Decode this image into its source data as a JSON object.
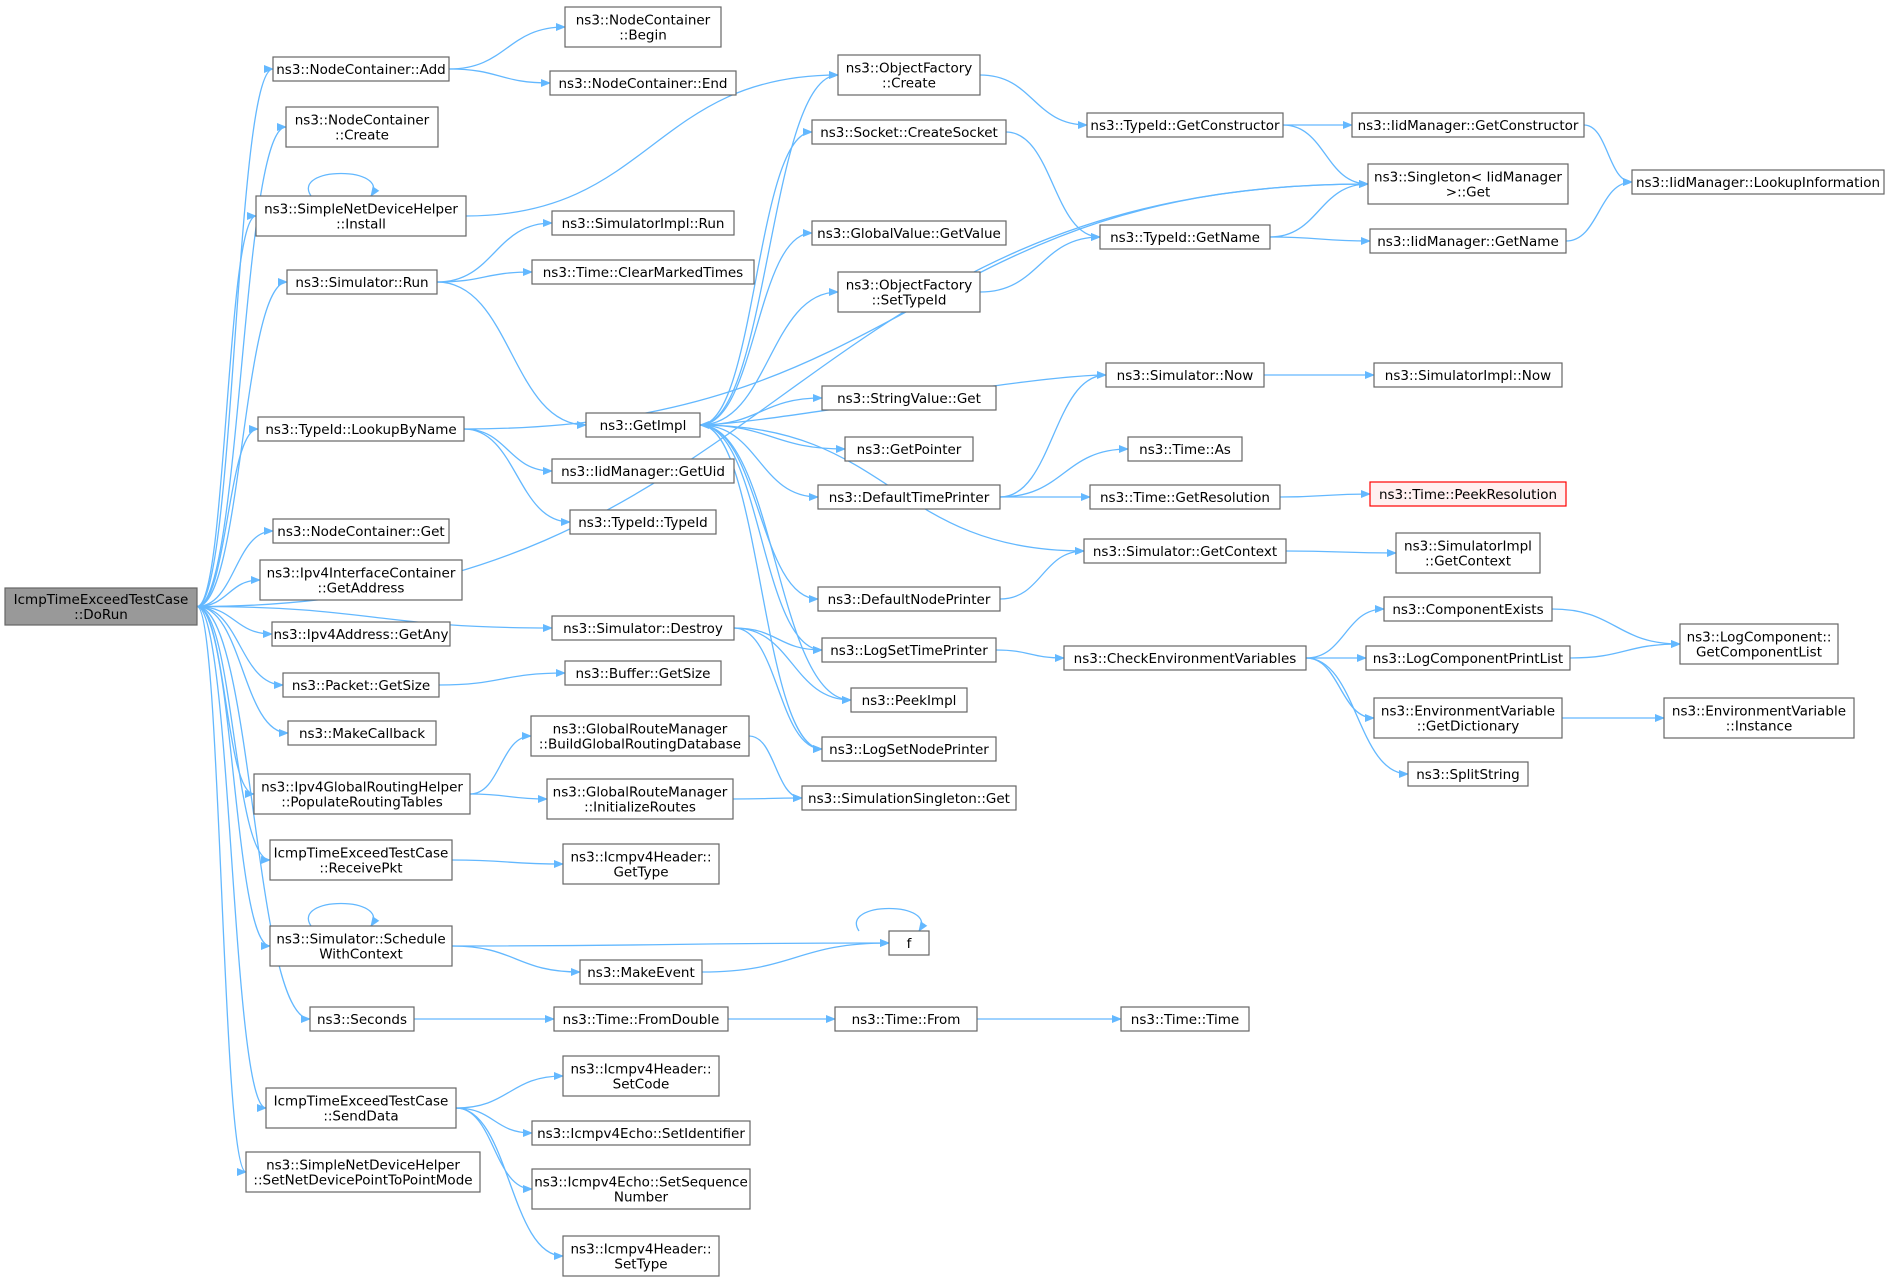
{
  "colors": {
    "edge": "#63b8ff",
    "node_border": "#666666",
    "root_fill": "#999999",
    "truncated_border": "#ff0000",
    "truncated_fill": "#fff0f0"
  },
  "nodes": {
    "root": [
      "IcmpTimeExceedTestCase",
      "::DoRun"
    ],
    "nc_add": [
      "ns3::NodeContainer::Add"
    ],
    "nc_create": [
      "ns3::NodeContainer",
      "::Create"
    ],
    "sndh_install": [
      "ns3::SimpleNetDeviceHelper",
      "::Install"
    ],
    "sim_run": [
      "ns3::Simulator::Run"
    ],
    "typeid_lookup": [
      "ns3::TypeId::LookupByName"
    ],
    "nc_get": [
      "ns3::NodeContainer::Get"
    ],
    "ipv4ic_getaddr": [
      "ns3::Ipv4InterfaceContainer",
      "::GetAddress"
    ],
    "ipv4addr_getany": [
      "ns3::Ipv4Address::GetAny"
    ],
    "packet_getsize": [
      "ns3::Packet::GetSize"
    ],
    "makecallback": [
      "ns3::MakeCallback"
    ],
    "ipv4grh_populate": [
      "ns3::Ipv4GlobalRoutingHelper",
      "::PopulateRoutingTables"
    ],
    "receivepkt": [
      "IcmpTimeExceedTestCase",
      "::ReceivePkt"
    ],
    "sim_schedule": [
      "ns3::Simulator::Schedule",
      "WithContext"
    ],
    "seconds": [
      "ns3::Seconds"
    ],
    "senddata": [
      "IcmpTimeExceedTestCase",
      "::SendData"
    ],
    "sndh_setp2p": [
      "ns3::SimpleNetDeviceHelper",
      "::SetNetDevicePointToPointMode"
    ],
    "nc_begin": [
      "ns3::NodeContainer",
      "::Begin"
    ],
    "nc_end": [
      "ns3::NodeContainer::End"
    ],
    "simimpl_run": [
      "ns3::SimulatorImpl::Run"
    ],
    "time_clear": [
      "ns3::Time::ClearMarkedTimes"
    ],
    "getimpl": [
      "ns3::GetImpl"
    ],
    "iid_getuid": [
      "ns3::IidManager::GetUid"
    ],
    "typeid_typeid": [
      "ns3::TypeId::TypeId"
    ],
    "sim_destroy": [
      "ns3::Simulator::Destroy"
    ],
    "buffer_getsize": [
      "ns3::Buffer::GetSize"
    ],
    "grm_build": [
      "ns3::GlobalRouteManager",
      "::BuildGlobalRoutingDatabase"
    ],
    "grm_init": [
      "ns3::GlobalRouteManager",
      "::InitializeRoutes"
    ],
    "icmpv4_gettype": [
      "ns3::Icmpv4Header::",
      "GetType"
    ],
    "makeevent": [
      "ns3::MakeEvent"
    ],
    "time_fromdouble": [
      "ns3::Time::FromDouble"
    ],
    "icmpv4_setcode": [
      "ns3::Icmpv4Header::",
      "SetCode"
    ],
    "echo_setid": [
      "ns3::Icmpv4Echo::SetIdentifier"
    ],
    "echo_setseq": [
      "ns3::Icmpv4Echo::SetSequence",
      "Number"
    ],
    "icmpv4_settype": [
      "ns3::Icmpv4Header::",
      "SetType"
    ],
    "of_create": [
      "ns3::ObjectFactory",
      "::Create"
    ],
    "socket_create": [
      "ns3::Socket::CreateSocket"
    ],
    "gv_getvalue": [
      "ns3::GlobalValue::GetValue"
    ],
    "of_settypeid": [
      "ns3::ObjectFactory",
      "::SetTypeId"
    ],
    "stringvalue_get": [
      "ns3::StringValue::Get"
    ],
    "getpointer": [
      "ns3::GetPointer"
    ],
    "defaulttimeprinter": [
      "ns3::DefaultTimePrinter"
    ],
    "defaultnodeprinter": [
      "ns3::DefaultNodePrinter"
    ],
    "logsettimeprinter": [
      "ns3::LogSetTimePrinter"
    ],
    "peekimpl": [
      "ns3::PeekImpl"
    ],
    "logsetnodeprinter": [
      "ns3::LogSetNodePrinter"
    ],
    "simsingleton_get": [
      "ns3::SimulationSingleton::Get"
    ],
    "f": [
      "f"
    ],
    "time_from": [
      "ns3::Time::From"
    ],
    "typeid_getctor": [
      "ns3::TypeId::GetConstructor"
    ],
    "typeid_getname": [
      "ns3::TypeId::GetName"
    ],
    "sim_now": [
      "ns3::Simulator::Now"
    ],
    "time_as": [
      "ns3::Time::As"
    ],
    "time_getres": [
      "ns3::Time::GetResolution"
    ],
    "sim_getcontext": [
      "ns3::Simulator::GetContext"
    ],
    "checkenv": [
      "ns3::CheckEnvironmentVariables"
    ],
    "time_time": [
      "ns3::Time::Time"
    ],
    "iid_getctor": [
      "ns3::IidManager::GetConstructor"
    ],
    "singleton_get": [
      "ns3::Singleton< IidManager",
      ">::Get"
    ],
    "iid_getname": [
      "ns3::IidManager::GetName"
    ],
    "simimpl_now": [
      "ns3::SimulatorImpl::Now"
    ],
    "time_peekres": [
      "ns3::Time::PeekResolution"
    ],
    "simimpl_getcontext": [
      "ns3::SimulatorImpl",
      "::GetContext"
    ],
    "compexists": [
      "ns3::ComponentExists"
    ],
    "logcompprintlist": [
      "ns3::LogComponentPrintList"
    ],
    "envvar_getdict": [
      "ns3::EnvironmentVariable",
      "::GetDictionary"
    ],
    "splitstring": [
      "ns3::SplitString"
    ],
    "iid_lookupinfo": [
      "ns3::IidManager::LookupInformation"
    ],
    "logcomp_getlist": [
      "ns3::LogComponent::",
      "GetComponentList"
    ],
    "envvar_instance": [
      "ns3::EnvironmentVariable",
      "::Instance"
    ]
  }
}
